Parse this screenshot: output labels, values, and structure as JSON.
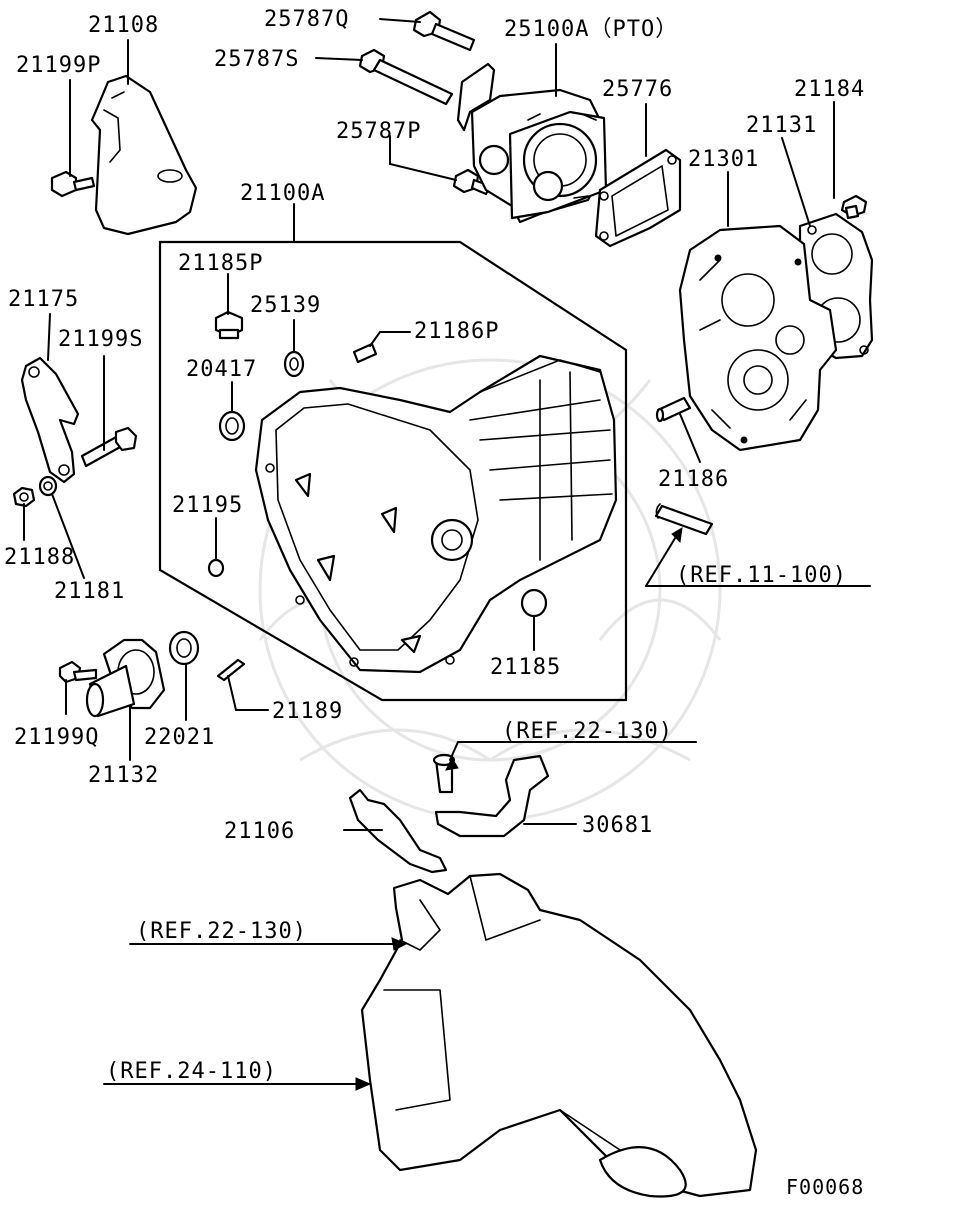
{
  "diagram_code": "F00068",
  "labels": {
    "p21108": "21108",
    "p21199P": "21199P",
    "p25787Q": "25787Q",
    "p25787S": "25787S",
    "p25100A": "25100A（PTO）",
    "p25776": "25776",
    "p21184": "21184",
    "p21131": "21131",
    "p21301": "21301",
    "p25787P": "25787P",
    "p21100A": "21100A",
    "p21185P": "21185P",
    "p25139": "25139",
    "p21186P": "21186P",
    "p20417": "20417",
    "p21175": "21175",
    "p21199S": "21199S",
    "p21195": "21195",
    "p21186": "21186",
    "p21188": "21188",
    "p21181": "21181",
    "ref11_100": "(REF.11-100)",
    "p21185": "21185",
    "p21199Q": "21199Q",
    "p22021": "22021",
    "p21189": "21189",
    "p21132": "21132",
    "ref22_130a": "(REF.22-130)",
    "p21106": "21106",
    "p30681": "30681",
    "ref22_130b": "(REF.22-130)",
    "ref24_110": "(REF.24-110)"
  }
}
